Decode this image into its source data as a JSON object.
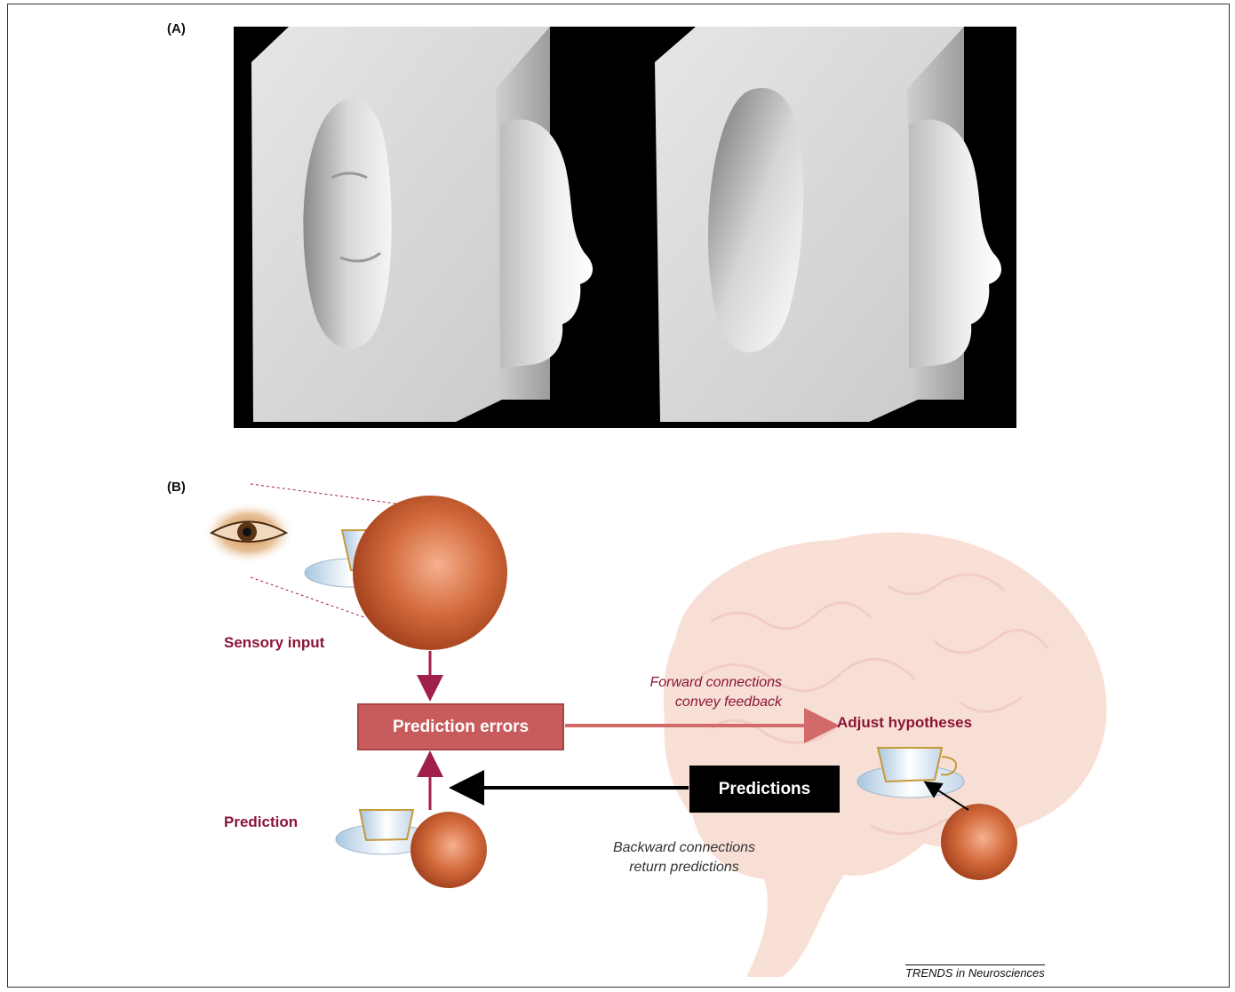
{
  "panel_a": {
    "label": "(A)"
  },
  "panel_b": {
    "label": "(B)",
    "sensory_input": "Sensory input",
    "prediction_errors": "Prediction errors",
    "forward_line1": "Forward connections",
    "forward_line2": "convey feedback",
    "adjust_hypotheses": "Adjust hypotheses",
    "predictions": "Predictions",
    "prediction": "Prediction",
    "backward_line1": "Backward connections",
    "backward_line2": "return predictions"
  },
  "footer": "TRENDS in Neurosciences",
  "colors": {
    "maroon": "#8b1538",
    "error_box": "#c85b5b",
    "sphere": "#d2693a",
    "brain": "#f4d3c8"
  }
}
